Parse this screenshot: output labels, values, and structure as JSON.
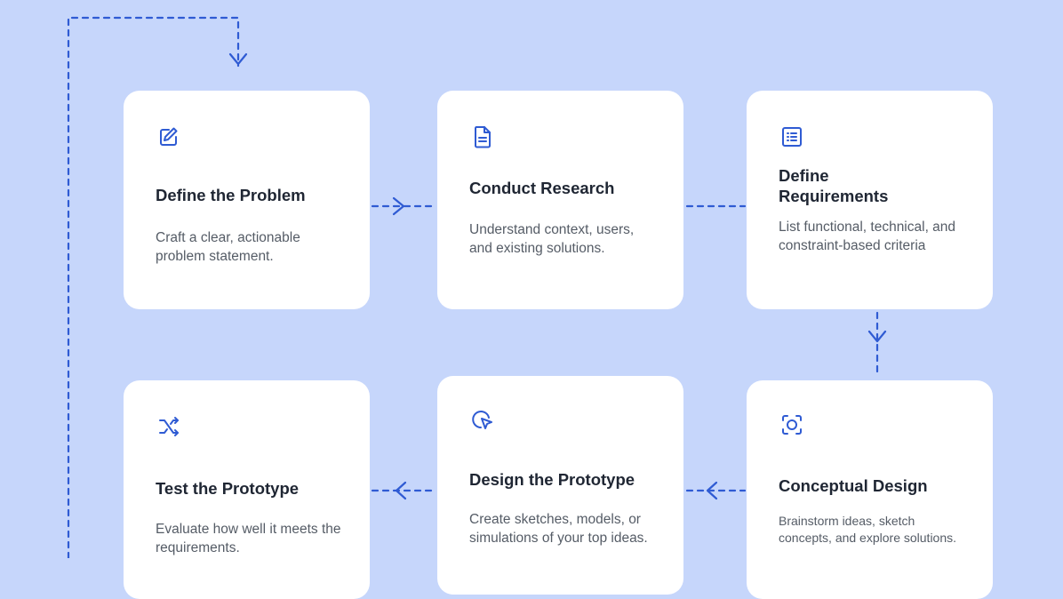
{
  "accent_color": "#2f5bd3",
  "steps": [
    {
      "id": "define-problem",
      "icon": "edit-icon",
      "title": "Define the Problem",
      "description": "Craft a clear, actionable problem statement."
    },
    {
      "id": "conduct-research",
      "icon": "document-icon",
      "title": "Conduct Research",
      "description": "Understand context, users, and existing solutions."
    },
    {
      "id": "define-requirements",
      "icon": "list-icon",
      "title": "Define Requirements",
      "description": "List functional, technical, and constraint-based criteria"
    },
    {
      "id": "conceptual-design",
      "icon": "focus-icon",
      "title": "Conceptual Design",
      "description": "Brainstorm ideas, sketch concepts, and explore solutions."
    },
    {
      "id": "design-prototype",
      "icon": "cursor-icon",
      "title": "Design the Prototype",
      "description": "Create sketches, models, or simulations of your top ideas."
    },
    {
      "id": "test-prototype",
      "icon": "shuffle-icon",
      "title": "Test the Prototype",
      "description": "Evaluate how well it meets the requirements."
    }
  ]
}
